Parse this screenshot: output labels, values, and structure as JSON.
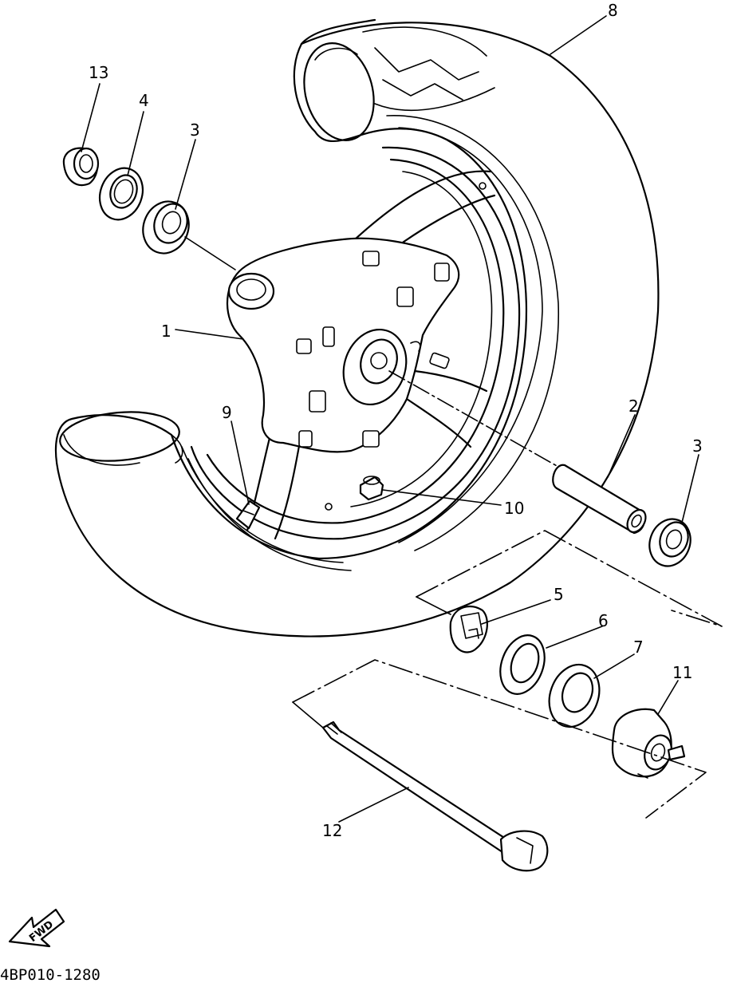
{
  "diagram": {
    "code": "4BP010-1280",
    "fwd": "FWD",
    "parts": [
      {
        "id": "1",
        "label": "1"
      },
      {
        "id": "2",
        "label": "2"
      },
      {
        "id": "3a",
        "label": "3"
      },
      {
        "id": "3b",
        "label": "3"
      },
      {
        "id": "4",
        "label": "4"
      },
      {
        "id": "5",
        "label": "5"
      },
      {
        "id": "6",
        "label": "6"
      },
      {
        "id": "7",
        "label": "7"
      },
      {
        "id": "8",
        "label": "8"
      },
      {
        "id": "9",
        "label": "9"
      },
      {
        "id": "10",
        "label": "10"
      },
      {
        "id": "11",
        "label": "11"
      },
      {
        "id": "12",
        "label": "12"
      },
      {
        "id": "13",
        "label": "13"
      }
    ]
  }
}
